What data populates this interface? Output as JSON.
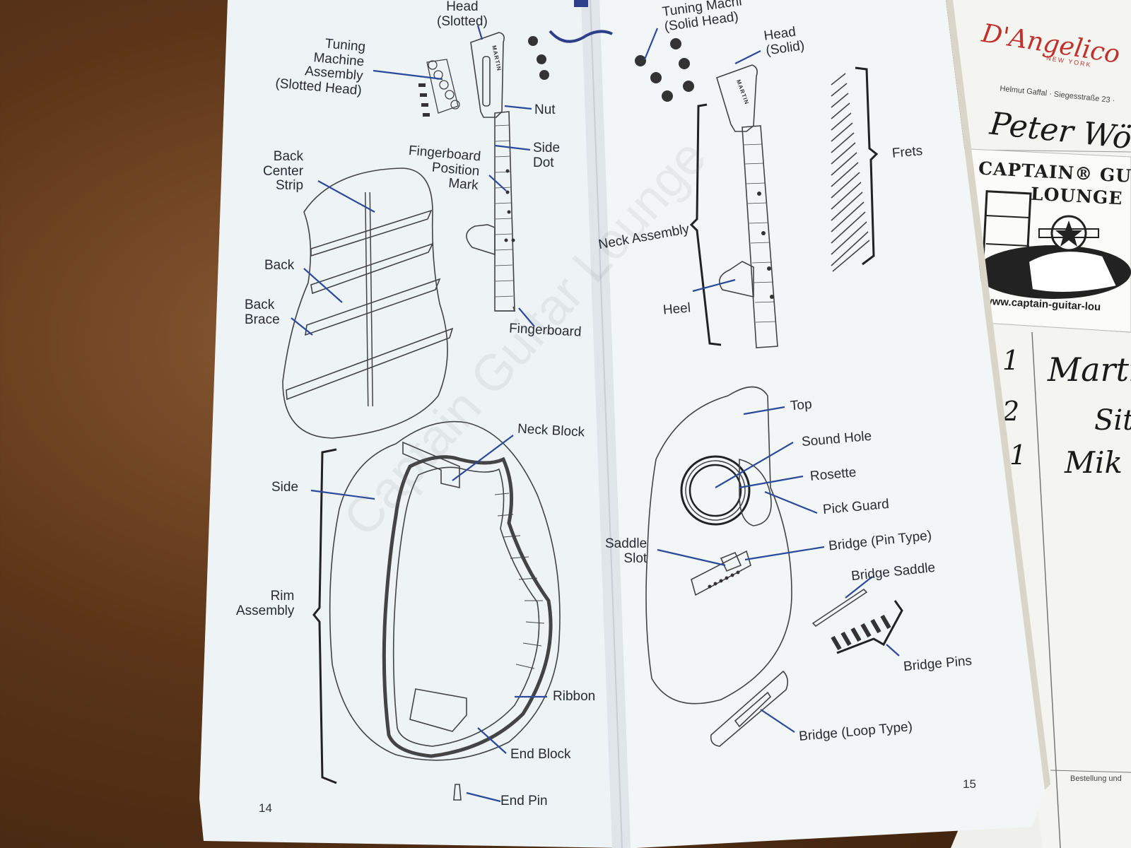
{
  "left_page": {
    "labels": {
      "head_slotted": "Head\n(Slotted)",
      "tuning_machine_slotted": "Tuning\nMachine\nAssembly\n(Slotted Head)",
      "nut": "Nut",
      "side_dot": "Side\nDot",
      "fingerboard_position_mark": "Fingerboard\nPosition\nMark",
      "back_center_strip": "Back\nCenter\nStrip",
      "back": "Back",
      "back_brace": "Back\nBrace",
      "fingerboard": "Fingerboard",
      "neck_block": "Neck Block",
      "side": "Side",
      "rim_assembly": "Rim\nAssembly",
      "ribbon": "Ribbon",
      "end_block": "End Block",
      "end_pin": "End Pin"
    },
    "page_number": "14"
  },
  "right_page": {
    "labels": {
      "tuning_machine_solid": "Tuning Machi\n(Solid Head)",
      "head_solid": "Head\n(Solid)",
      "frets": "Frets",
      "neck_assembly": "Neck Assembly",
      "heel": "Heel",
      "top": "Top",
      "sound_hole": "Sound Hole",
      "rosette": "Rosette",
      "pick_guard": "Pick Guard",
      "saddle_slot": "Saddle\nSlot",
      "bridge_pin_type": "Bridge (Pin Type)",
      "bridge_saddle": "Bridge Saddle",
      "bridge_pins": "Bridge Pins",
      "bridge_loop_type": "Bridge (Loop Type)"
    },
    "page_number": "15"
  },
  "headstock_brand": "MARTIN",
  "watermark": "Captain Guitar Lounge",
  "side_document": {
    "brand": "D'Angelico",
    "brand_sub": "NEW YORK",
    "address": "Helmut Gaffal · Siegesstraße 23 ·",
    "signature": "Peter  Wö",
    "flyer_title_line1": "CAPTAIN® GUIT",
    "flyer_title_line2": "LOUNGE",
    "flyer_url": "www.captain-guitar-lou",
    "rows": [
      {
        "qty": "1",
        "item": "Marti"
      },
      {
        "qty": "2",
        "item": "Sita"
      },
      {
        "qty": "1",
        "item": "Mik"
      }
    ],
    "footer": "Bestellung und"
  }
}
